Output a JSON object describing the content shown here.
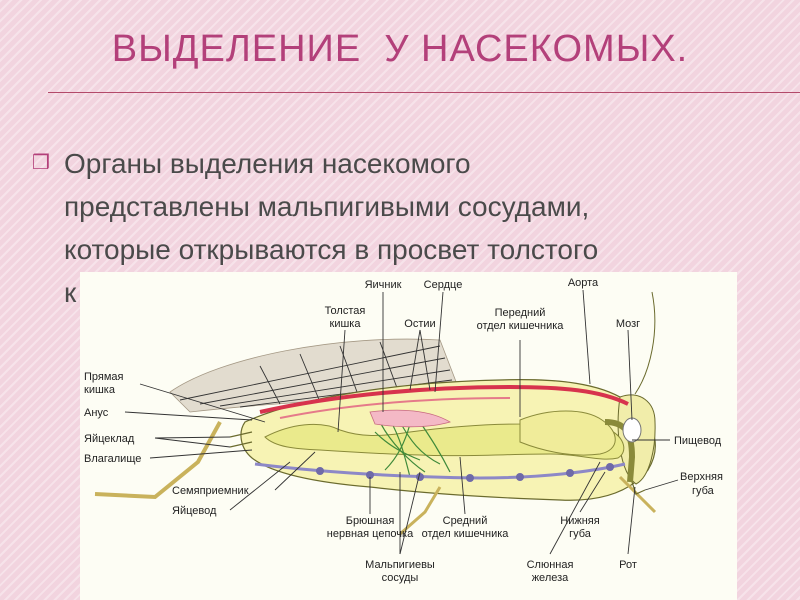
{
  "slide": {
    "title": "ВЫДЕЛЕНИЕ  У НАСЕКОМЫХ.",
    "bullet_icon": "diamond-bullet-icon",
    "body_lines": [
      "Органы выделения насекомого",
      "представлены мальпигивыми сосудами,",
      "которые открываются в просвет толстого",
      "к"
    ]
  },
  "diagram": {
    "labels": {
      "yaichnik": "Яичник",
      "serdtse": "Сердце",
      "aorta": "Аорта",
      "tolstaya1": "Толстая",
      "tolstaya2": "кишка",
      "ostii": "Остии",
      "peredniy1": "Передний",
      "peredniy2": "отдел кишечника",
      "mozg": "Мозг",
      "pryamaya1": "Прямая",
      "pryamaya2": "кишка",
      "anus": "Анус",
      "yaytseklad": "Яйцеклад",
      "vlagalishche": "Влагалище",
      "semyapriemnik": "Семяприемник",
      "yaytsevod": "Яйцевод",
      "pishchevod": "Пищевод",
      "verkhnyaya1": "Верхняя",
      "verkhnyaya2": "губа",
      "bryushnaya1": "Брюшная",
      "bryushnaya2": "нервная цепочка",
      "sredniy1": "Средний",
      "sredniy2": "отдел кишечника",
      "nizhnyaya1": "Нижняя",
      "nizhnyaya2": "губа",
      "malpigievy1": "Мальпигиевы",
      "malpigievy2": "сосуды",
      "slyunnaya1": "Слюнная",
      "slyunnaya2": "железа",
      "rot": "Рот"
    },
    "colors": {
      "body": "#f7f3b4",
      "body_outline": "#6b6b2e",
      "gut": "#e7e58a",
      "vessel": "#d7334d",
      "nerve": "#8d88c7",
      "malpighian": "#3f8a3a",
      "wing": "#d8d0c0",
      "leg": "#d6c06a"
    }
  }
}
